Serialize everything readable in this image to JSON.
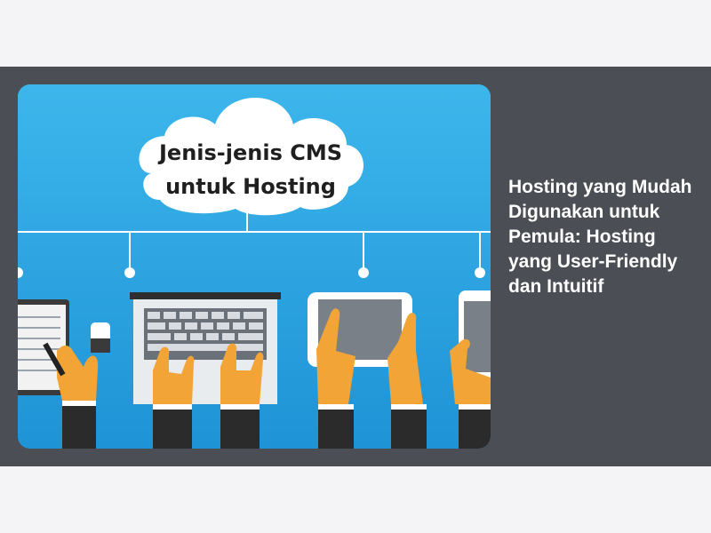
{
  "article": {
    "title": "Hosting yang Mudah Digunakan untuk Pemula: Hosting yang User-Friendly dan Intuitif"
  },
  "thumbnail": {
    "line1": "Jenis-jenis CMS",
    "line2": "untuk Hosting"
  },
  "colors": {
    "band": "#4b4e54",
    "page_background": "#f4f4f6",
    "image_sky": "#2fa8e4",
    "title_text": "#ffffff"
  }
}
